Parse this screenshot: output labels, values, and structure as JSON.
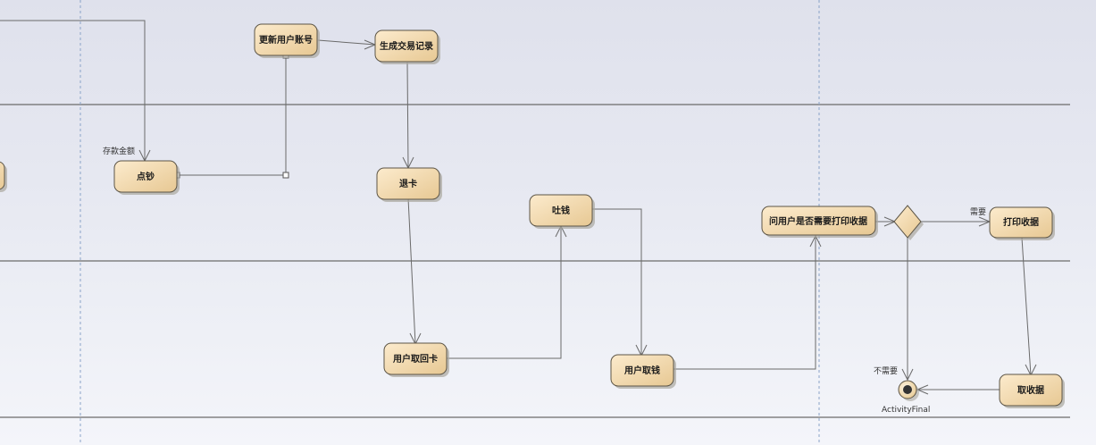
{
  "nodes": {
    "update_account": "更新用户账号",
    "create_record": "生成交易记录",
    "count_cash": "点钞",
    "eject_card": "退卡",
    "dispense_cash": "吐钱",
    "ask_print": "问用户是否需要打印收据",
    "print_receipt": "打印收据",
    "take_card": "用户取回卡",
    "take_cash": "用户取钱",
    "take_receipt": "取收据"
  },
  "labels": {
    "deposit_amount": "存款金额",
    "need": "需要",
    "no_need": "不需要",
    "activity_final": "ActivityFinal"
  },
  "colors": {
    "node_fill_top": "#fbe8c8",
    "node_fill_bottom": "#e8c994",
    "node_border": "#5c5547",
    "edge": "#6a6a6a",
    "lane_line": "#6b6b6b",
    "lane_divider": "#8aa3c8"
  }
}
